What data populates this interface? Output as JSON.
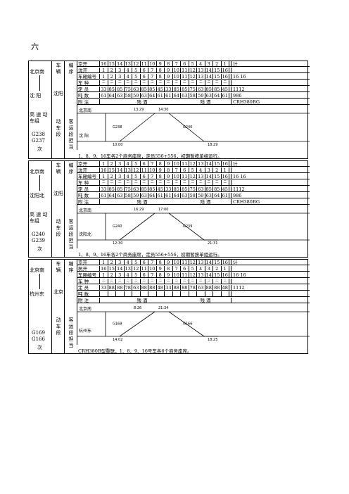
{
  "page": {
    "title": "六",
    "mark": "、"
  },
  "col_headers": {
    "cheliang": [
      "车",
      "辆"
    ],
    "bianzu": [
      "编",
      "序"
    ]
  },
  "rows": {
    "jing_hu": "京开",
    "shen_kai": "沈开",
    "car_no": "车厢编号",
    "type": "车 种",
    "seat": "定 员",
    "weight": "吨 数",
    "remark": "附 注",
    "hang_kai": "杭开"
  },
  "sections": [
    {
      "from": "北京南",
      "to": "沈  阳",
      "agency": "沈阳",
      "group": "高 速 动车组",
      "trains": [
        "G238",
        "G237"
      ],
      "train_suffix": "次",
      "task": [
        "客",
        "运",
        "段",
        "担",
        "当"
      ],
      "dong_che": [
        "动",
        "车",
        "段"
      ],
      "row1": [
        "16",
        "15",
        "14",
        "13",
        "12",
        "11",
        "10",
        "9",
        "8",
        "7",
        "6",
        "5",
        "4",
        "3",
        "2",
        "1"
      ],
      "row2": [
        "1",
        "2",
        "3",
        "4",
        "5",
        "6",
        "7",
        "8",
        "9",
        "10",
        "11",
        "12",
        "13",
        "14",
        "15",
        "16"
      ],
      "car_no_vals": [
        "1",
        "2",
        "3",
        "4",
        "5",
        "6",
        "7",
        "8",
        "9",
        "10",
        "11",
        "12",
        "13",
        "14",
        "15",
        "16"
      ],
      "types": [
        "二",
        "二",
        "二",
        "二",
        "二",
        "二",
        "二",
        "二",
        "二",
        "二",
        "二",
        "二",
        "二",
        "二",
        "二",
        "二"
      ],
      "seats": [
        "33",
        "85",
        "85",
        "75",
        "63",
        "85",
        "85",
        "45",
        "33",
        "85",
        "85",
        "75",
        "63",
        "85",
        "85",
        "45"
      ],
      "weights": [
        "61",
        "64",
        "63",
        "58",
        "59",
        "63",
        "64",
        "61",
        "61",
        "64",
        "63",
        "58",
        "59",
        "63",
        "64",
        "61"
      ],
      "right_total": "计",
      "right_nums": [
        "16",
        "16"
      ],
      "seat_total": "1112",
      "weight_total": "986",
      "remark_vals": [
        "残 酒",
        "残 酒"
      ],
      "model": "CRH380BG",
      "diag_station_top": "北京南",
      "diag_station_bot": "沈  阳",
      "times": [
        "13:29",
        "14:30",
        "10:00",
        "18:29"
      ],
      "diag_trains": [
        "G238",
        "G240"
      ],
      "note": "1、8、9、16车各2个商务座席，定员556+556，初期暂按单组运行。"
    },
    {
      "from": "北京南",
      "to": "沈阳北",
      "agency": "沈阳",
      "group": "高 速 动车组",
      "trains": [
        "G240",
        "G239"
      ],
      "train_suffix": "次",
      "task": [
        "客",
        "运",
        "段",
        "担",
        "当"
      ],
      "dong_che": [
        "动",
        "车",
        "段"
      ],
      "row1": [
        "1",
        "2",
        "3",
        "4",
        "5",
        "6",
        "7",
        "8",
        "9",
        "10",
        "11",
        "12",
        "13",
        "14",
        "15",
        "16"
      ],
      "row2": [
        "16",
        "15",
        "14",
        "13",
        "12",
        "11",
        "10",
        "9",
        "8",
        "7",
        "6",
        "5",
        "4",
        "3",
        "2",
        "1"
      ],
      "car_no_vals": [
        "1",
        "2",
        "3",
        "4",
        "5",
        "6",
        "7",
        "8",
        "9",
        "10",
        "11",
        "12",
        "13",
        "14",
        "15",
        "16"
      ],
      "types": [
        "二",
        "二",
        "二",
        "二",
        "二",
        "二",
        "二",
        "二",
        "二",
        "二",
        "二",
        "二",
        "二",
        "二",
        "二",
        "二"
      ],
      "seats": [
        "33",
        "85",
        "85",
        "75",
        "63",
        "85",
        "85",
        "45",
        "33",
        "85",
        "85",
        "75",
        "63",
        "85",
        "85",
        "45"
      ],
      "weights": [
        "61",
        "64",
        "63",
        "58",
        "59",
        "63",
        "64",
        "61",
        "61",
        "64",
        "63",
        "58",
        "59",
        "63",
        "64",
        "61"
      ],
      "right_total": "计",
      "right_nums": [
        "16",
        "16"
      ],
      "seat_total": "1112",
      "weight_total": "986",
      "remark_vals": [
        "残 酒",
        "残 酒"
      ],
      "model": "CRH380BG",
      "diag_station_top": "北京南",
      "diag_station_bot": "沈阳北",
      "times": [
        "16:29",
        "17:00",
        "12:30",
        "21:31"
      ],
      "diag_trains": [
        "G240",
        "G239"
      ],
      "note": "1、8、9、16车各2个商务座席，定员556+556，初期暂按单组运行。"
    },
    {
      "from": "北京南",
      "to": "杭州东",
      "agency": "北京",
      "group": "",
      "trains": [
        "G169",
        "G166"
      ],
      "train_suffix": "次",
      "task": [
        "客",
        "运",
        "段",
        "担",
        "当"
      ],
      "dong_che": [
        "动",
        "车",
        "段"
      ],
      "row1": [
        "1",
        "2",
        "3",
        "4",
        "5",
        "6",
        "7",
        "8",
        "9",
        "10",
        "11",
        "12",
        "13",
        "14",
        "15",
        "16"
      ],
      "row2": [
        "16",
        "15",
        "14",
        "13",
        "12",
        "11",
        "10",
        "9",
        "8",
        "7",
        "6",
        "5",
        "4",
        "3",
        "2",
        "1"
      ],
      "car_no_vals": [
        "1",
        "2",
        "3",
        "4",
        "5",
        "6",
        "7",
        "8",
        "9",
        "10",
        "11",
        "12",
        "13",
        "14",
        "15",
        "16"
      ],
      "types": [
        "二",
        "二",
        "二",
        "二",
        "二",
        "二",
        "二",
        "二",
        "二",
        "二",
        "二",
        "二",
        "二",
        "二",
        "二",
        "二"
      ],
      "seats": [
        "33",
        "88",
        "88",
        "78",
        "63",
        "88",
        "88",
        "48",
        "33",
        "88",
        "88",
        "78",
        "63",
        "88",
        "88",
        "48"
      ],
      "weights": [],
      "right_total": "计",
      "right_nums": [
        "16",
        "16"
      ],
      "seat_total": "1112",
      "weight_total": "",
      "remark_vals": [
        "残 酒",
        "残 酒"
      ],
      "model": "",
      "diag_station_top": "北京南",
      "diag_station_bot": "杭州东",
      "times": [
        "8:26",
        "21:34",
        "14:02",
        "18:25"
      ],
      "diag_trains": [
        "G169",
        "G166"
      ],
      "note": "CRH380B型重联，1、8、9、16号车各6个商务座席。"
    }
  ]
}
